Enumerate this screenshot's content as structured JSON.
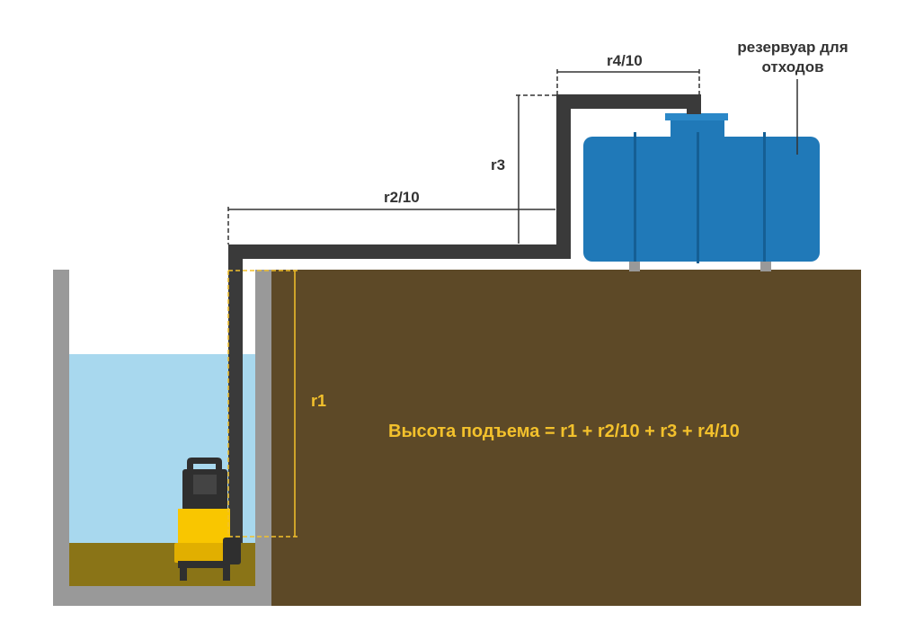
{
  "labels": {
    "tank_line1": "резервуар для",
    "tank_line2": "отходов",
    "r1": "r1",
    "r2": "r2/10",
    "r3": "r3",
    "r4": "r4/10",
    "formula": "Высота подъема = r1 + r2/10 + r3 + r4/10"
  },
  "colors": {
    "soil": "#5d4927",
    "well_wall": "#999999",
    "water": "#a8d8ee",
    "sludge": "#8a7417",
    "pipe": "#3a3a3a",
    "tank": "#2079b8",
    "tank_dark": "#155f94",
    "pump_yellow": "#f9c600",
    "pump_dark": "#2f2f2f",
    "formula": "#f3c12c",
    "dim_yellow": "#f3c12c",
    "dim_dark": "#333333"
  }
}
